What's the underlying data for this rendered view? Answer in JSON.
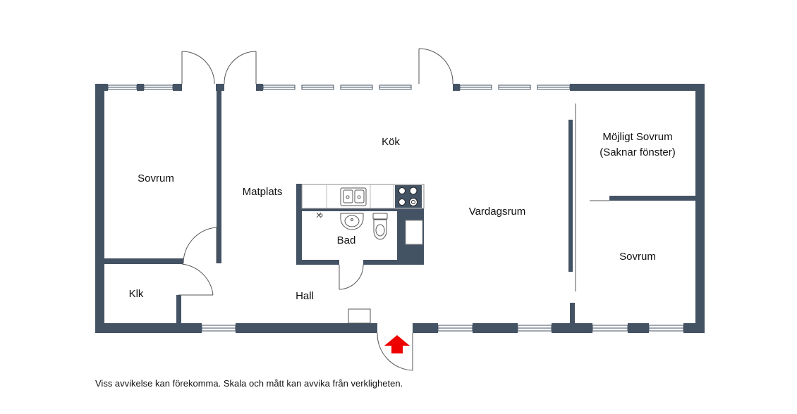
{
  "rooms": {
    "sovrum_left": "Sovrum",
    "matplats": "Matplats",
    "kok": "Kök",
    "bad": "Bad",
    "vardagsrum": "Vardagsrum",
    "mojligt_sovrum": "Möjligt Sovrum",
    "saknar_fonster": "(Saknar fönster)",
    "sovrum_right": "Sovrum",
    "klk": "Klk",
    "hall": "Hall"
  },
  "disclaimer": "Viss avvikelse kan förekomma. Skala och mått kan avvika från verkligheten.",
  "colors": {
    "wall": "#445364",
    "entrance_arrow": "#ee0000",
    "fixture_line": "#555555"
  },
  "icons": [
    "entrance-arrow-icon",
    "stove-icon",
    "sink-icon",
    "toilet-icon",
    "washbasin-icon",
    "faucet-icon"
  ]
}
